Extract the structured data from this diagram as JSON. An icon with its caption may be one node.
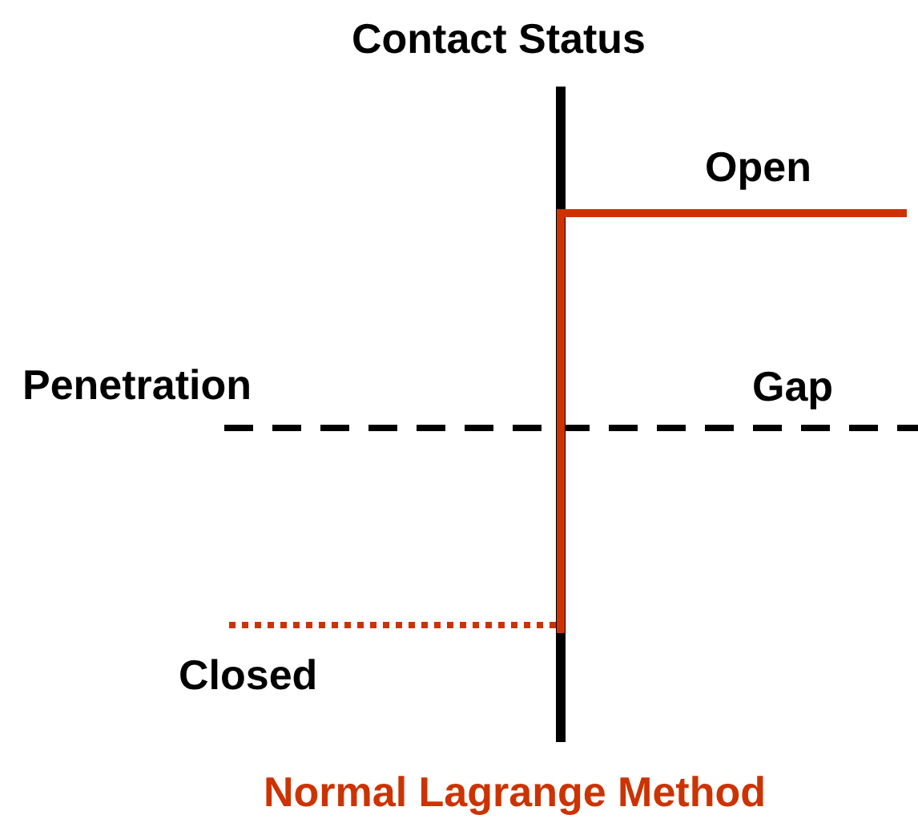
{
  "diagram": {
    "title": "Contact Status",
    "caption": "Normal Lagrange Method",
    "labels": [
      "Open",
      "Penetration",
      "Gap",
      "Closed"
    ]
  }
}
